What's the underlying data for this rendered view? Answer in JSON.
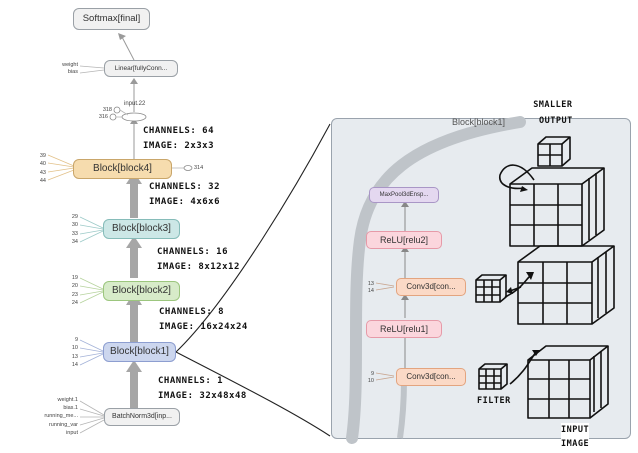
{
  "graph": {
    "softmax_label": "Softmax[final]",
    "linear_label": "Linear[fullyConn...",
    "linear_inputs": [
      "weight",
      "bias"
    ],
    "input_node_label": "input.22",
    "input_node_ports": [
      "318",
      "316"
    ],
    "block4_label": "Block[block4]",
    "block4_inputs": [
      "39",
      "40",
      "43",
      "44"
    ],
    "block4_output": "314",
    "block3_label": "Block[block3]",
    "block3_inputs": [
      "29",
      "30",
      "33",
      "34"
    ],
    "block2_label": "Block[block2]",
    "block2_inputs": [
      "19",
      "20",
      "23",
      "24"
    ],
    "block1_label": "Block[block1]",
    "block1_inputs": [
      "9",
      "10",
      "13",
      "14"
    ],
    "batchnorm_label": "BatchNorm3d[inp...",
    "batchnorm_inputs": [
      "weight.1",
      "bias.1",
      "running_me...",
      "running_var",
      "input"
    ]
  },
  "annotations": {
    "a4": {
      "channels": "CHANNELS: 64",
      "image": "IMAGE: 2x3x3"
    },
    "a3": {
      "channels": "CHANNELS: 32",
      "image": "IMAGE: 4x6x6"
    },
    "a2": {
      "channels": "CHANNELS: 16",
      "image": "IMAGE: 8x12x12"
    },
    "a1": {
      "channels": "CHANNELS: 8",
      "image": "IMAGE: 16x24x24"
    },
    "a0": {
      "channels": "CHANNELS: 1",
      "image": "IMAGE: 32x48x48"
    }
  },
  "detail": {
    "title": "Block[block1]",
    "maxpool_label": "MaxPool3dEnsp...",
    "relu2_label": "ReLU[relu2]",
    "conv2_label": "Conv3d[con...",
    "conv2_inputs": [
      "13",
      "14"
    ],
    "relu1_label": "ReLU[relu1]",
    "conv1_label": "Conv3d[con...",
    "conv1_inputs": [
      "9",
      "10"
    ],
    "smaller_output": [
      "SMALLER",
      "OUTPUT"
    ],
    "filter_label": "FILTER",
    "input_image": [
      "INPUT",
      "IMAGE"
    ]
  },
  "colors": {
    "block4": "#f6dcae",
    "block3": "#cce7e6",
    "block2": "#d7ebc9",
    "block1": "#ccd6ee",
    "gray_node": "#f1f1f1",
    "relu": "#fbd6dd",
    "conv": "#fbd9c6",
    "maxpool": "#e4d8f0",
    "panel_bg": "#e7ebef"
  }
}
